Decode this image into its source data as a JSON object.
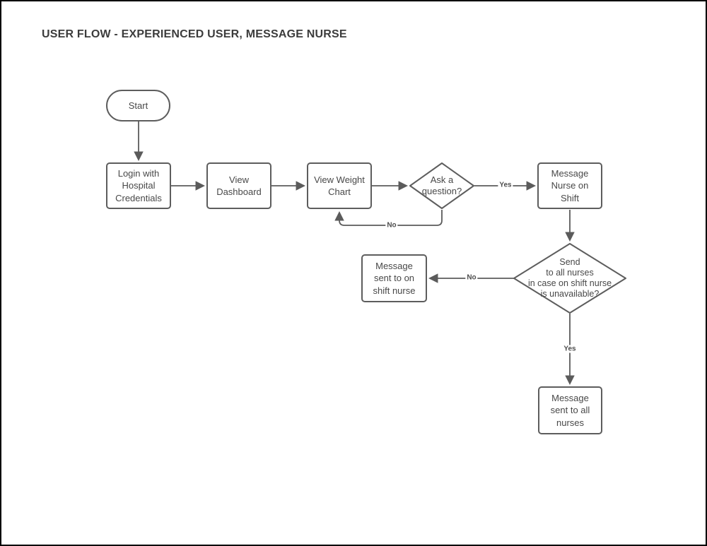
{
  "title": "USER FLOW - EXPERIENCED USER, MESSAGE NURSE",
  "colors": {
    "background": "#ffffff",
    "frame_border": "#000000",
    "shape_stroke": "#5d5d5d",
    "connector": "#5b5b5b",
    "node_text": "#484848",
    "title_text": "#3c3c3c"
  },
  "diagram": {
    "type": "flowchart",
    "nodes": {
      "start": {
        "shape": "terminator",
        "label": "Start"
      },
      "login": {
        "shape": "process",
        "label": "Login with\nHospital\nCredentials"
      },
      "dashboard": {
        "shape": "process",
        "label": "View\nDashboard"
      },
      "weight_chart": {
        "shape": "process",
        "label": "View Weight\nChart"
      },
      "ask_question": {
        "shape": "decision",
        "label": "Ask a\nquestion?"
      },
      "message_nurse": {
        "shape": "process",
        "label": "Message\nNurse on\nShift"
      },
      "send_all_decision": {
        "shape": "decision",
        "label": "Send\nto all nurses\nin case on shift nurse\nis unavailable?"
      },
      "sent_on_shift": {
        "shape": "process",
        "label": "Message\nsent to on\nshift nurse"
      },
      "sent_all": {
        "shape": "process",
        "label": "Message\nsent to all\nnurses"
      }
    },
    "edge_labels": {
      "ask_yes": "Yes",
      "ask_no": "No",
      "send_no": "No",
      "send_yes": "Yes"
    },
    "edges": [
      {
        "from": "start",
        "to": "login",
        "label": ""
      },
      {
        "from": "login",
        "to": "dashboard",
        "label": ""
      },
      {
        "from": "dashboard",
        "to": "weight_chart",
        "label": ""
      },
      {
        "from": "weight_chart",
        "to": "ask_question",
        "label": ""
      },
      {
        "from": "ask_question",
        "to": "message_nurse",
        "label": "Yes"
      },
      {
        "from": "ask_question",
        "to": "weight_chart",
        "label": "No"
      },
      {
        "from": "message_nurse",
        "to": "send_all_decision",
        "label": ""
      },
      {
        "from": "send_all_decision",
        "to": "sent_on_shift",
        "label": "No"
      },
      {
        "from": "send_all_decision",
        "to": "sent_all",
        "label": "Yes"
      }
    ]
  }
}
